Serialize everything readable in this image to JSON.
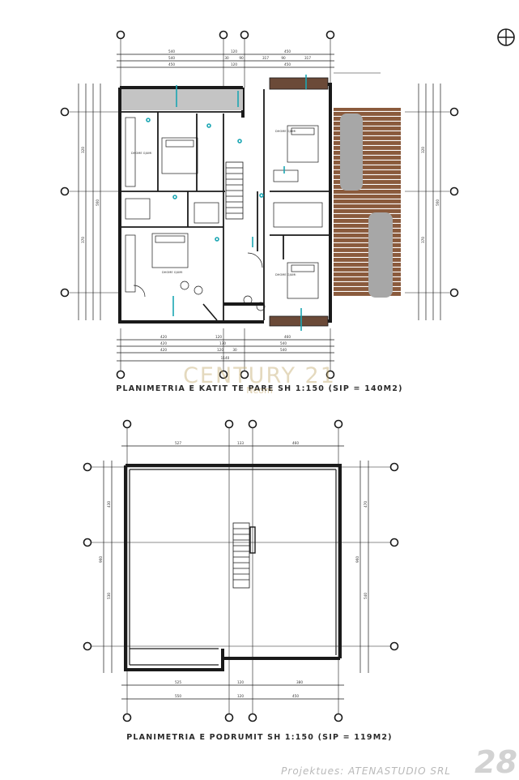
{
  "plans": [
    {
      "caption": "PLANIMETRIA E KATIT TE PARE SH 1:150 (SIP = 140M2)",
      "top_dims_row1": [
        "540",
        "120",
        "450"
      ],
      "top_dims_row2": [
        "540",
        "30",
        "90",
        "317",
        "90",
        "317"
      ],
      "top_dims_row3": [
        "450",
        "120",
        "450"
      ],
      "bottom_dims_row1": [
        "420",
        "120",
        "460"
      ],
      "bottom_dims_row2": [
        "420",
        "130",
        "540"
      ],
      "bottom_dims_row3": [
        "420",
        "120",
        "30",
        "540"
      ],
      "bottom_total": "1140",
      "left_dims": [
        "320",
        "370",
        "560"
      ],
      "right_dims": [
        "320",
        "370",
        "560"
      ],
      "rooms": [
        "DHOME GJUMI",
        "DHOME GJUMI",
        "DHOME GJUMI",
        "DHOME GJUMI"
      ]
    },
    {
      "caption": "PLANIMETRIA E PODRUMIT SH 1:150 (SIP = 119M2)",
      "top_dims": [
        "527",
        "133",
        "460"
      ],
      "bottom_dims_row1": [
        "525",
        "120",
        "380"
      ],
      "bottom_dims_row2": [
        "550",
        "120",
        "450"
      ],
      "left_dims": [
        "430",
        "960",
        "530"
      ],
      "right_dims": [
        "470",
        "960",
        "540"
      ]
    }
  ],
  "watermark": {
    "brand": "CENTURY 21",
    "sub": "Neom"
  },
  "footer": {
    "credit": "Projektues: ATENASTUDIO SRL",
    "page": "28"
  }
}
